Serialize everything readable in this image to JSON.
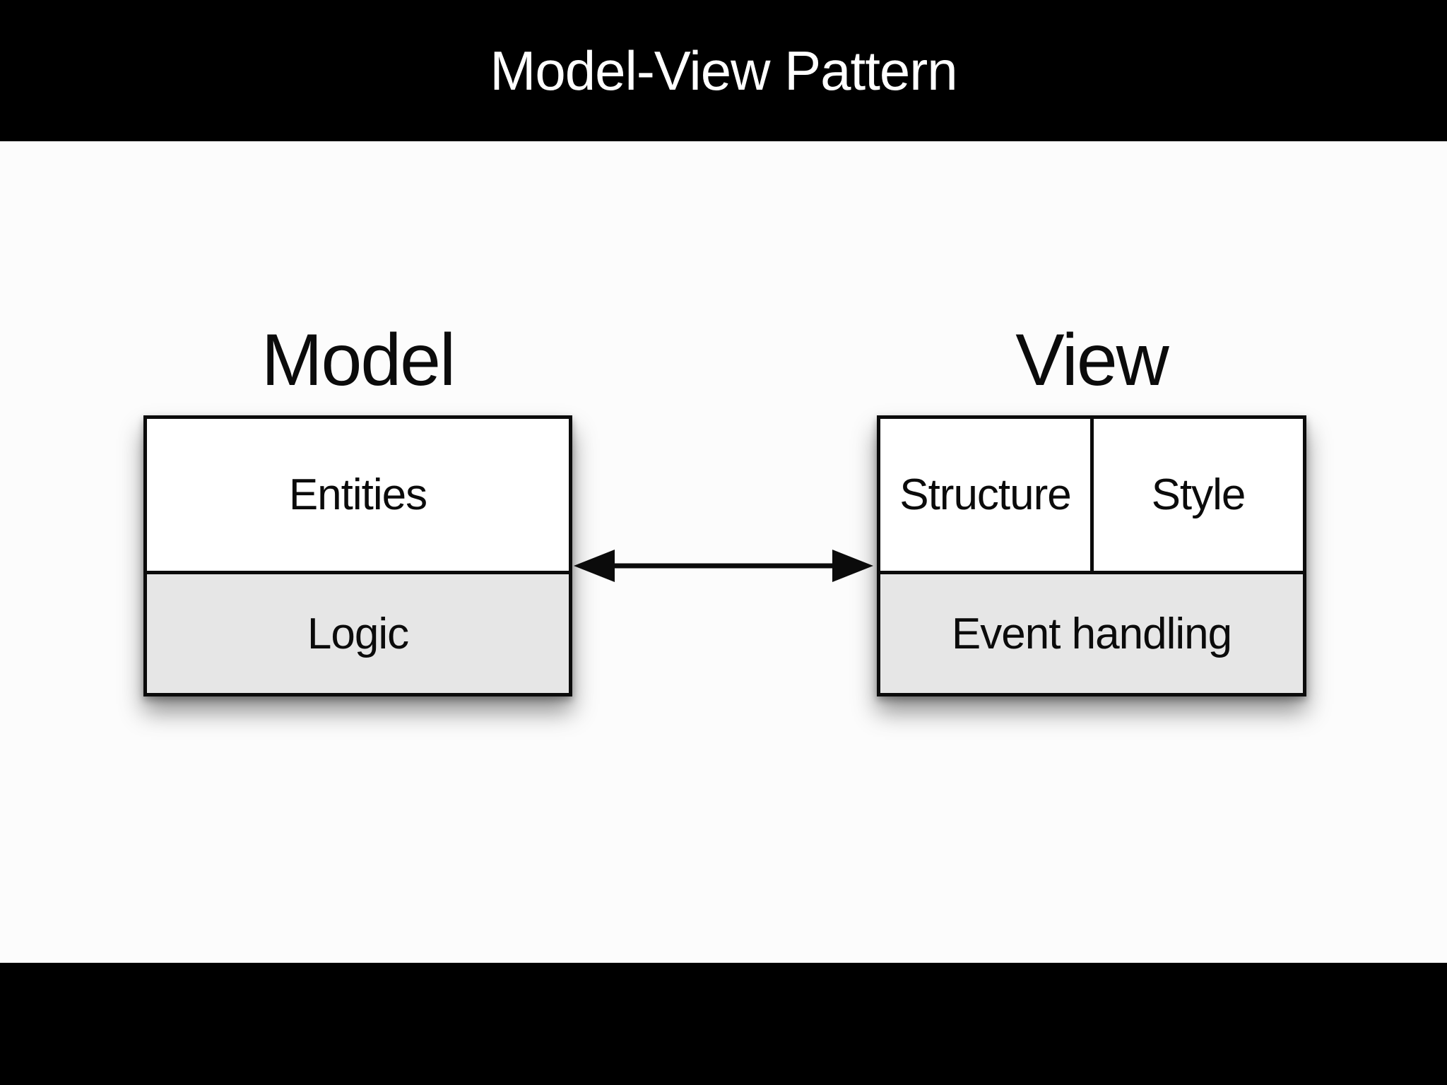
{
  "title": "Model-View Pattern",
  "diagram": {
    "model": {
      "heading": "Model",
      "entities": "Entities",
      "logic": "Logic"
    },
    "view": {
      "heading": "View",
      "structure": "Structure",
      "style": "Style",
      "event_handling": "Event handling"
    },
    "relationship": "bidirectional-arrow"
  },
  "colors": {
    "bar_background": "#000000",
    "title_text": "#ffffff",
    "slide_background": "#fcfcfc",
    "box_background": "#ffffff",
    "secondary_cell_background": "#e6e6e6",
    "line": "#0b0b0b"
  }
}
